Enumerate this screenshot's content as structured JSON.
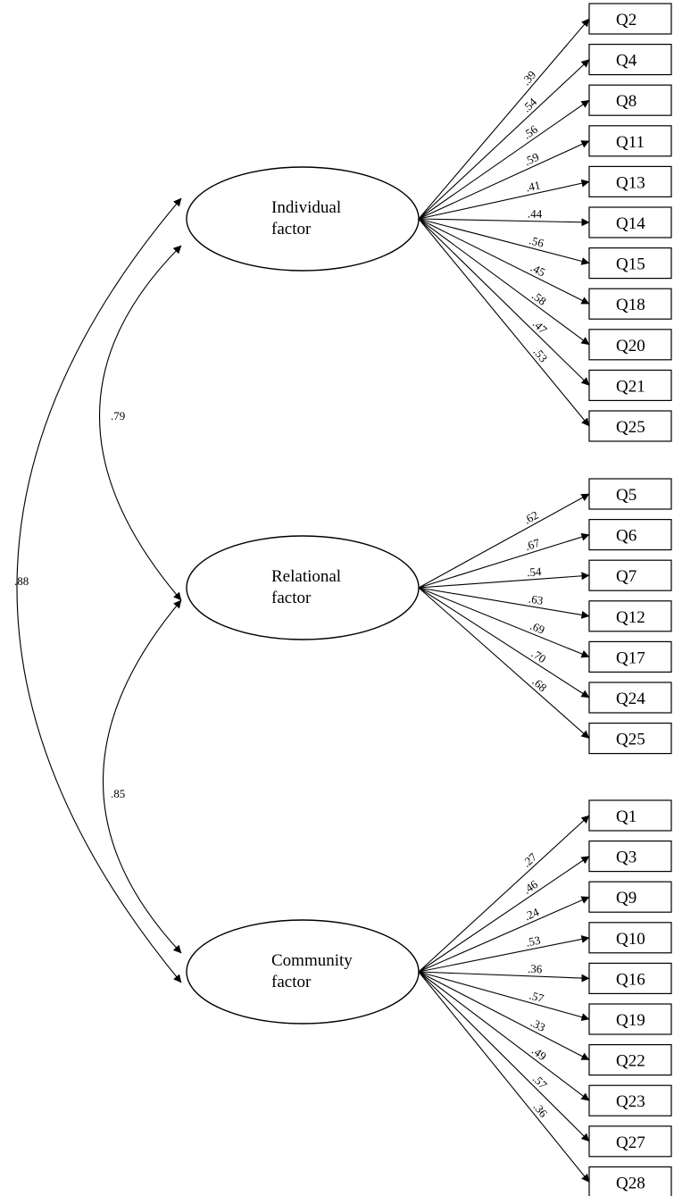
{
  "factors": [
    {
      "id": "individual",
      "line1": "Individual",
      "line2": "factor",
      "items": [
        {
          "label": "Q2",
          "loading": ".39"
        },
        {
          "label": "Q4",
          "loading": ".54"
        },
        {
          "label": "Q8",
          "loading": ".56"
        },
        {
          "label": "Q11",
          "loading": ".59"
        },
        {
          "label": "Q13",
          "loading": ".41"
        },
        {
          "label": "Q14",
          "loading": ".44"
        },
        {
          "label": "Q15",
          "loading": ".56"
        },
        {
          "label": "Q18",
          "loading": ".45"
        },
        {
          "label": "Q20",
          "loading": ".58"
        },
        {
          "label": "Q21",
          "loading": ".47"
        },
        {
          "label": "Q25",
          "loading": ".53"
        }
      ]
    },
    {
      "id": "relational",
      "line1": "Relational",
      "line2": "factor",
      "items": [
        {
          "label": "Q5",
          "loading": ".62"
        },
        {
          "label": "Q6",
          "loading": ".67"
        },
        {
          "label": "Q7",
          "loading": ".54"
        },
        {
          "label": "Q12",
          "loading": ".63"
        },
        {
          "label": "Q17",
          "loading": ".69"
        },
        {
          "label": "Q24",
          "loading": ".70"
        },
        {
          "label": "Q25",
          "loading": ".68"
        }
      ]
    },
    {
      "id": "community",
      "line1": "Community",
      "line2": "factor",
      "items": [
        {
          "label": "Q1",
          "loading": ".27"
        },
        {
          "label": "Q3",
          "loading": ".46"
        },
        {
          "label": "Q9",
          "loading": ".24"
        },
        {
          "label": "Q10",
          "loading": ".53"
        },
        {
          "label": "Q16",
          "loading": ".36"
        },
        {
          "label": "Q19",
          "loading": ".57"
        },
        {
          "label": "Q22",
          "loading": ".33"
        },
        {
          "label": "Q23",
          "loading": ".49"
        },
        {
          "label": "Q27",
          "loading": ".57"
        },
        {
          "label": "Q28",
          "loading": ".36"
        }
      ]
    }
  ],
  "correlations": [
    {
      "from": "individual",
      "to": "relational",
      "value": ".79"
    },
    {
      "from": "relational",
      "to": "community",
      "value": ".85"
    },
    {
      "from": "individual",
      "to": "community",
      "value": ".88"
    }
  ]
}
